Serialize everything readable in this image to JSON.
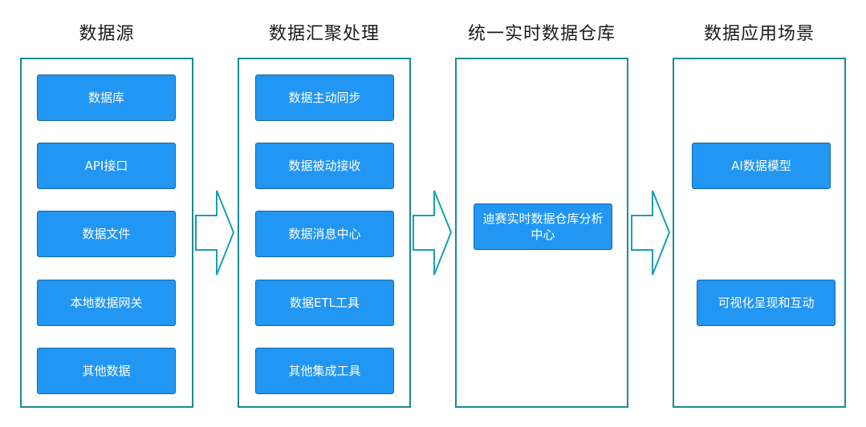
{
  "diagram": {
    "columns": [
      {
        "title": "数据源",
        "items": [
          "数据库",
          "API接口",
          "数据文件",
          "本地数据网关",
          "其他数据"
        ]
      },
      {
        "title": "数据汇聚处理",
        "items": [
          "数据主动同步",
          "数据被动接收",
          "数据消息中心",
          "数据ETL工具",
          "其他集成工具"
        ]
      },
      {
        "title": "统一实时数据仓库",
        "items": [
          "迪赛实时数据仓库分析中心"
        ]
      },
      {
        "title": "数据应用场景",
        "items": [
          "AI数据模型",
          "可视化呈现和互动"
        ]
      }
    ],
    "colors": {
      "frame_border": "#1a8a96",
      "node_fill": "#2196f3",
      "node_border": "#1466a8",
      "node_text": "#ffffff",
      "arrow_stroke": "#1a9fb0"
    }
  }
}
